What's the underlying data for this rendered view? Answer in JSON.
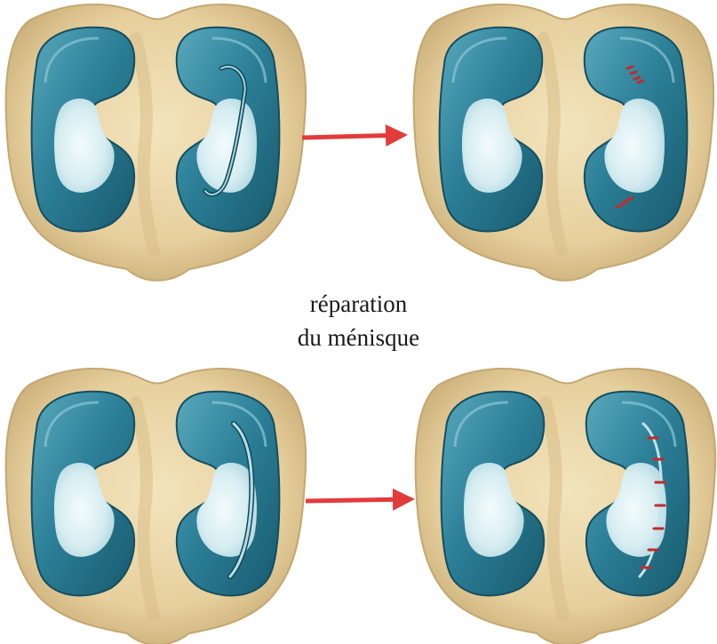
{
  "caption": {
    "line1": "réparation",
    "line2": "du ménisque"
  },
  "colors": {
    "tibia": "#e8d4a4",
    "tibia_shadow": "#c7ad78",
    "meniscus": "#2c8098",
    "meniscus_dark": "#17576b",
    "meniscus_light": "#6fb3c4",
    "cartilage": "#d8eef2",
    "arrow": "#e23b3b",
    "suture": "#c22a2a"
  },
  "panels": [
    {
      "name": "top-left-knee",
      "state": "torn-bucket-handle"
    },
    {
      "name": "top-right-knee",
      "state": "repaired-bucket-handle"
    },
    {
      "name": "bottom-left-knee",
      "state": "torn-longitudinal"
    },
    {
      "name": "bottom-right-knee",
      "state": "repaired-longitudinal"
    }
  ]
}
